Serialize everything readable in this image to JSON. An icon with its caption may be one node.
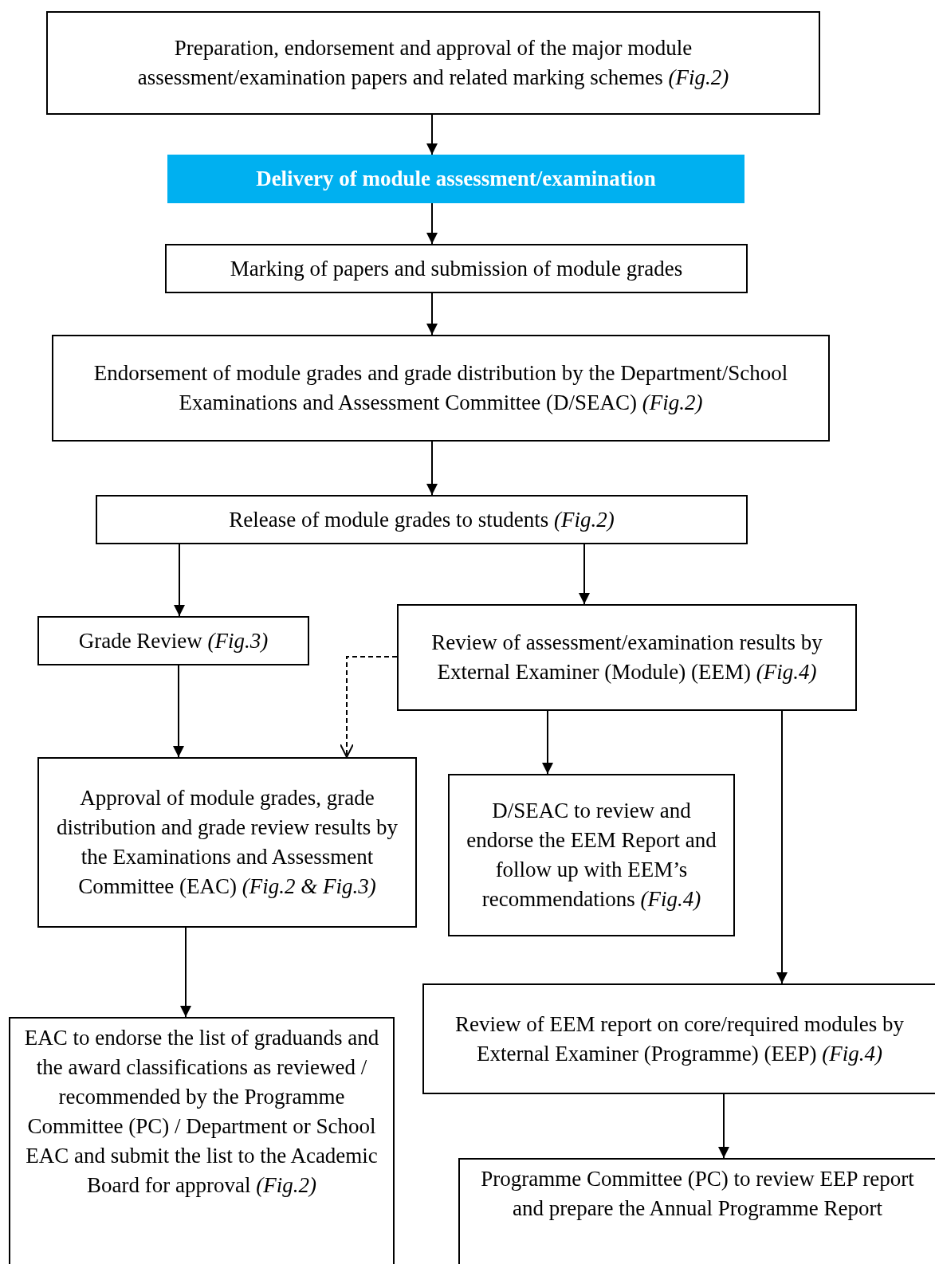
{
  "diagram": {
    "nodes": [
      {
        "text": [
          "Preparation, endorsement and approval of the major module assessment/examination papers and related marking schemes *(Fig.2)*"
        ]
      },
      {
        "text": [
          "Delivery of module assessment/examination"
        ]
      },
      {
        "text": [
          "Marking of papers and submission of module grades"
        ]
      },
      {
        "text": [
          "Endorsement of module grades and grade distribution by the Department/School Examinations and Assessment Committee (D/SEAC) *(Fig.2)*"
        ]
      },
      {
        "text": [
          "Release of module grades to students *(Fig.2)*"
        ]
      },
      {
        "text": [
          "Grade Review *(Fig.3)*"
        ]
      },
      {
        "text": [
          "Review of assessment/examination results by External Examiner (Module) (EEM) *(Fig.4)*"
        ]
      },
      {
        "text": [
          "Approval of module grades, grade distribution and grade review results by the Examinations and Assessment Committee (EAC) *(Fig.2 & Fig.3)*"
        ]
      },
      {
        "text": [
          "D/SEAC to review and endorse the EEM Report and follow up with EEM’s recommendations *(Fig.4)*"
        ]
      },
      {
        "text": [
          "EAC to endorse the list of graduands and the award classifications as reviewed / recommended by the Programme Committee (PC) / Department or School EAC and submit the list to the Academic Board for approval *(Fig.2)*"
        ]
      },
      {
        "text": [
          "Review of EEM report on core/required modules by External Examiner (Programme) (EEP) *(Fig.4)*"
        ]
      },
      {
        "text": [
          "Programme Committee (PC) to review EEP report and prepare the Annual Programme Report"
        ]
      }
    ],
    "edges": [
      {
        "from": 0,
        "to": 1,
        "arrow": "to"
      },
      {
        "from": 1,
        "to": 2,
        "arrow": "to"
      },
      {
        "from": 2,
        "to": 3,
        "arrow": "to"
      },
      {
        "from": 3,
        "to": 4,
        "arrow": "to"
      },
      {
        "from": 4,
        "to": 5,
        "arrow": "to"
      },
      {
        "from": 4,
        "to": 6,
        "arrow": "to"
      },
      {
        "from": 5,
        "to": 7,
        "arrow": "to"
      },
      {
        "from": 6,
        "to": 7,
        "arrow": "to",
        "style": "dashed"
      },
      {
        "from": 6,
        "to": 8,
        "arrow": "to"
      },
      {
        "from": 6,
        "to": 10,
        "arrow": "to"
      },
      {
        "from": 7,
        "to": 9,
        "arrow": "to"
      },
      {
        "from": 10,
        "to": 11,
        "arrow": "to"
      }
    ]
  }
}
